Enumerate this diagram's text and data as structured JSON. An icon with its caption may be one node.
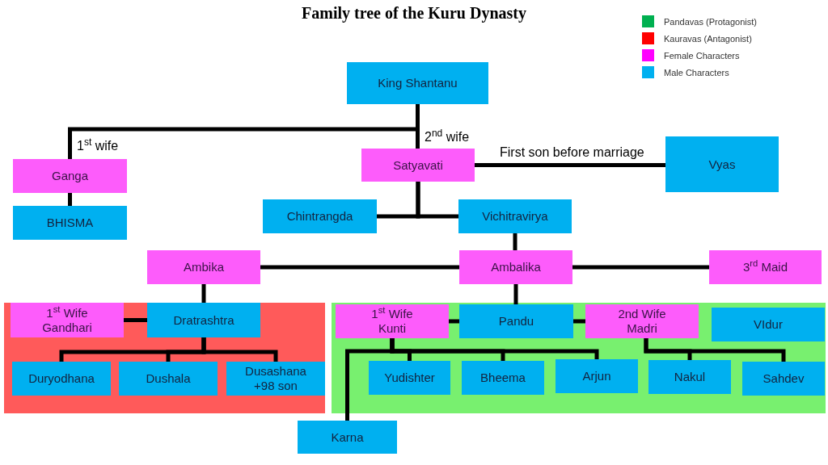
{
  "diagram": {
    "title": "Family tree of the Kuru Dynasty",
    "nodes": [
      {
        "text": [
          "King Shantanu"
        ]
      },
      {
        "text": [
          "Ganga"
        ]
      },
      {
        "text": [
          "BHISMA"
        ]
      },
      {
        "text": [
          "Satyavati"
        ]
      },
      {
        "text": [
          "Vyas"
        ]
      },
      {
        "text": [
          "Chintrangda"
        ]
      },
      {
        "text": [
          "Vichitravirya"
        ]
      },
      {
        "text": [
          "Ambika"
        ]
      },
      {
        "text": [
          "Ambalika"
        ]
      },
      {
        "text": [
          "3$^{rd}$ Maid"
        ]
      },
      {
        "text": [],
        "shape": "box"
      },
      {
        "text": [
          "1$^{st}$ Wife",
          "Gandhari"
        ],
        "in": 10
      },
      {
        "text": [
          "Dratrashtra"
        ],
        "in": 10
      },
      {
        "text": [
          "Duryodhana"
        ],
        "in": 10
      },
      {
        "text": [
          "Dushala"
        ],
        "in": 10
      },
      {
        "text": [
          "Dusashana +98 son"
        ],
        "in": 10
      },
      {
        "text": [],
        "shape": "box"
      },
      {
        "text": [
          "1$^{st}$ Wife",
          "Kunti"
        ],
        "in": 16
      },
      {
        "text": [
          "Pandu"
        ],
        "in": 16
      },
      {
        "text": [
          "2nd Wife",
          "Madri"
        ],
        "in": 16
      },
      {
        "text": [
          "VIdur"
        ],
        "in": 16
      },
      {
        "text": [
          "Yudishter"
        ],
        "in": 16
      },
      {
        "text": [
          "Bheema"
        ],
        "in": 16
      },
      {
        "text": [
          "Arjun"
        ],
        "in": 16
      },
      {
        "text": [
          "Nakul"
        ],
        "in": 16
      },
      {
        "text": [
          "Sahdev"
        ],
        "in": 16
      },
      {
        "text": [
          "Karna"
        ]
      }
    ],
    "edges": [
      {
        "from": 0,
        "to": 1,
        "arrow": "none",
        "label": "1$^{st}$ wife"
      },
      {
        "from": 0,
        "to": 3,
        "arrow": "none",
        "label": "2$^{nd}$ wife"
      },
      {
        "from": 1,
        "to": 2,
        "arrow": "none"
      },
      {
        "from": 3,
        "to": 4,
        "arrow": "none",
        "label": "First son before marriage"
      },
      {
        "from": 3,
        "to": 5,
        "arrow": "none"
      },
      {
        "from": 3,
        "to": 6,
        "arrow": "none"
      },
      {
        "from": 6,
        "to": 8,
        "arrow": "none"
      },
      {
        "from": 7,
        "to": 8,
        "arrow": "none"
      },
      {
        "from": 8,
        "to": 9,
        "arrow": "none"
      },
      {
        "from": 7,
        "to": 12,
        "arrow": "none"
      },
      {
        "from": 8,
        "to": 18,
        "arrow": "none"
      },
      {
        "from": 11,
        "to": 12,
        "arrow": "none"
      },
      {
        "from": 12,
        "to": 13,
        "arrow": "none"
      },
      {
        "from": 12,
        "to": 14,
        "arrow": "none"
      },
      {
        "from": 12,
        "to": 15,
        "arrow": "none"
      },
      {
        "from": 17,
        "to": 18,
        "arrow": "none"
      },
      {
        "from": 18,
        "to": 19,
        "arrow": "none"
      },
      {
        "from": 17,
        "to": 21,
        "arrow": "none"
      },
      {
        "from": 17,
        "to": 22,
        "arrow": "none"
      },
      {
        "from": 17,
        "to": 23,
        "arrow": "none"
      },
      {
        "from": 17,
        "to": 26,
        "arrow": "none"
      },
      {
        "from": 19,
        "to": 24,
        "arrow": "none"
      },
      {
        "from": 19,
        "to": 25,
        "arrow": "none"
      }
    ],
    "legend": [
      {
        "text": "Pandavas (Protagonist)",
        "color": "#00b050"
      },
      {
        "text": "Kauravas (Antagonist)",
        "color": "#ff0000"
      },
      {
        "text": "Female Characters",
        "color": "#ff00ff"
      },
      {
        "text": "Male Characters",
        "color": "#00b0f0"
      }
    ]
  }
}
